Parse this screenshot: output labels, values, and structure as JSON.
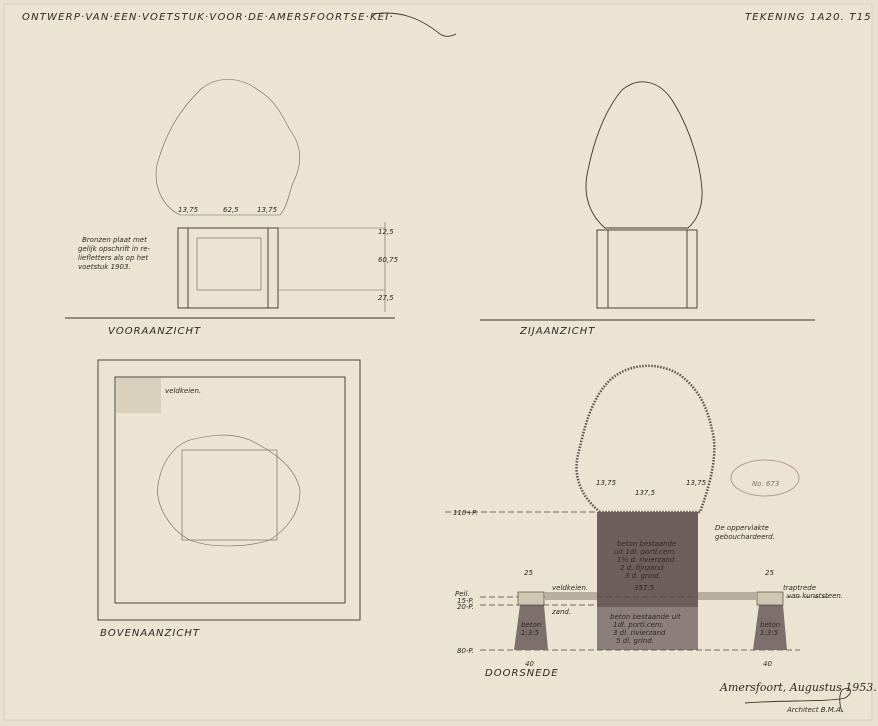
{
  "title": "ONTWERP·VAN·EEN·VOETSTUK·VOOR·DE·AMERSFOORTSE·KEI·",
  "drawing_number": "TEKENING 1A20. T15",
  "front_view": {
    "label": "VOORAANZICHT",
    "note": [
      "Bronzen plaat met",
      "gelijk opschrift in re-",
      "liefletters als op het",
      "voetstuk 1903."
    ],
    "dims_horizontal": [
      "13,75",
      "62,5",
      "13,75"
    ],
    "dims_vertical": [
      "12,5",
      "60,75",
      "27,5"
    ]
  },
  "side_view": {
    "label": "ZIJAANZICHT"
  },
  "top_view": {
    "label": "BOVENAANZICHT",
    "note": "veldkeien."
  },
  "section": {
    "label": "DOORSNEDE",
    "levels": [
      "110+P.",
      "Peil.",
      "15-P.",
      "20-P.",
      "80-P."
    ],
    "dims_top": [
      "13,75",
      "137,5",
      "13,75"
    ],
    "footing_top": [
      "25",
      "25"
    ],
    "footing_bottom": [
      "40",
      "40"
    ],
    "surface_note": [
      "De oppervlakte",
      "gebouchardeerd."
    ],
    "upper_concrete": [
      "beton bestaande",
      "uit 1dl. portl.cem.",
      "1½ d. rivierzand",
      "2 d. fijnzand",
      "3 d. grind."
    ],
    "height": "357,5",
    "lower_concrete": [
      "beton bestaande uit",
      "1dl. portl.cem.",
      "3 dl. rivierzand",
      "5 dl. grind."
    ],
    "fieldstones": "veldkeien.",
    "sand": "zand.",
    "step": [
      "traptrede",
      "van kunststeen."
    ],
    "footing_left": [
      "beton",
      "1:3:5"
    ],
    "footing_right": [
      "beton",
      "1:3:5"
    ]
  },
  "stamp": {
    "number": "No. 673"
  },
  "signature": {
    "place_date": "Amersfoort, Augustus 1953.",
    "architect": "Architect B.M.A."
  },
  "colors": {
    "paper": "#e9e1cf",
    "ink": "#3a342c",
    "concrete": "#7a6a66"
  }
}
